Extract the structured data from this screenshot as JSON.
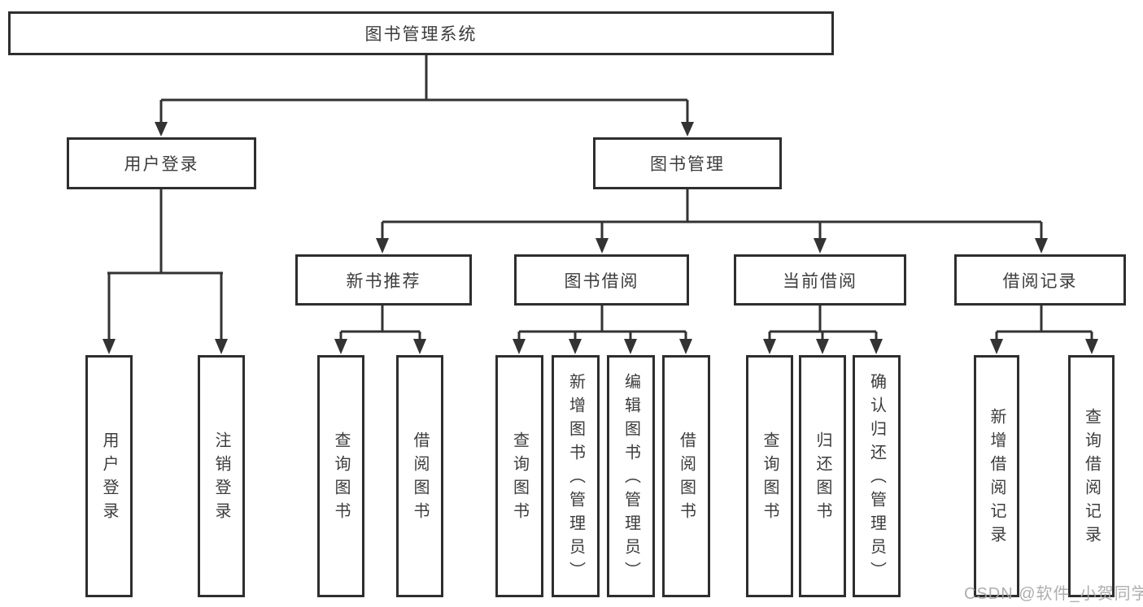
{
  "diagram": {
    "root": {
      "label": "图书管理系统"
    },
    "branches": [
      {
        "label": "用户登录",
        "children": [
          {
            "label": "用户登录"
          },
          {
            "label": "注销登录"
          }
        ]
      },
      {
        "label": "图书管理",
        "children": [
          {
            "label": "新书推荐",
            "children": [
              {
                "label": "查询图书"
              },
              {
                "label": "借阅图书"
              }
            ]
          },
          {
            "label": "图书借阅",
            "children": [
              {
                "label": "查询图书"
              },
              {
                "label": "新增图书（管理员）"
              },
              {
                "label": "编辑图书（管理员）"
              },
              {
                "label": "借阅图书"
              }
            ]
          },
          {
            "label": "当前借阅",
            "children": [
              {
                "label": "查询图书"
              },
              {
                "label": "归还图书"
              },
              {
                "label": "确认归还（管理员）"
              }
            ]
          },
          {
            "label": "借阅记录",
            "children": [
              {
                "label": "新增借阅记录"
              },
              {
                "label": "查询借阅记录"
              }
            ]
          }
        ]
      }
    ]
  },
  "watermark": {
    "text": "CSDN @软件_小贺同学"
  },
  "colors": {
    "line": "#333333",
    "border": "#2e2e2e",
    "text": "#3c3c3c",
    "background": "#ffffff",
    "watermark": "#a5a5a5"
  }
}
